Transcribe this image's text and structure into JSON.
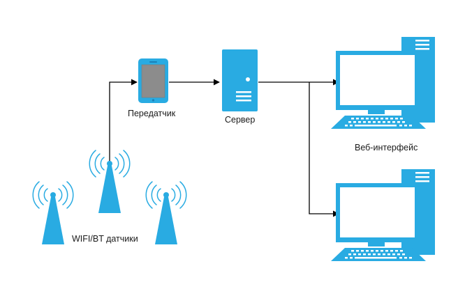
{
  "labels": {
    "transmitter": "Передатчик",
    "server": "Сервер",
    "web_interface": "Веб-интерфейс",
    "sensors": "WIFI/BT датчики"
  },
  "colors": {
    "device_blue": "#29abe2",
    "device_dark": "#1b7fb6",
    "screen_gray": "#8c8c8c",
    "line": "#000000"
  },
  "icons": {
    "transmitter": "tablet-icon",
    "server": "server-tower-icon",
    "web_client": "desktop-computer-icon",
    "sensor": "wireless-antenna-icon"
  }
}
